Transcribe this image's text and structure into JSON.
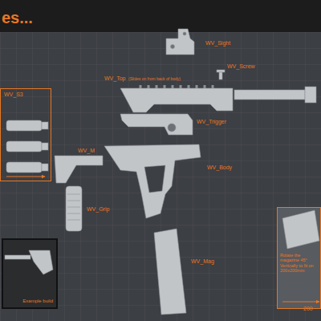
{
  "diagram": {
    "title": "es...",
    "nodes": [
      {
        "text": [
          "WV_S3"
        ]
      },
      {
        "text": [
          "Example build"
        ]
      },
      {
        "text": [
          "Rotate the magazine 45° Vertically to fit on 200x200mm"
        ]
      }
    ],
    "labels": [
      "WV_Sight",
      "WV_Screw",
      "WV_Top",
      "(Slides on from back of body)",
      "WV_Trigger",
      "WV_M",
      "WV_Grip",
      "WV_Body",
      "WV_Mag",
      "200"
    ]
  }
}
